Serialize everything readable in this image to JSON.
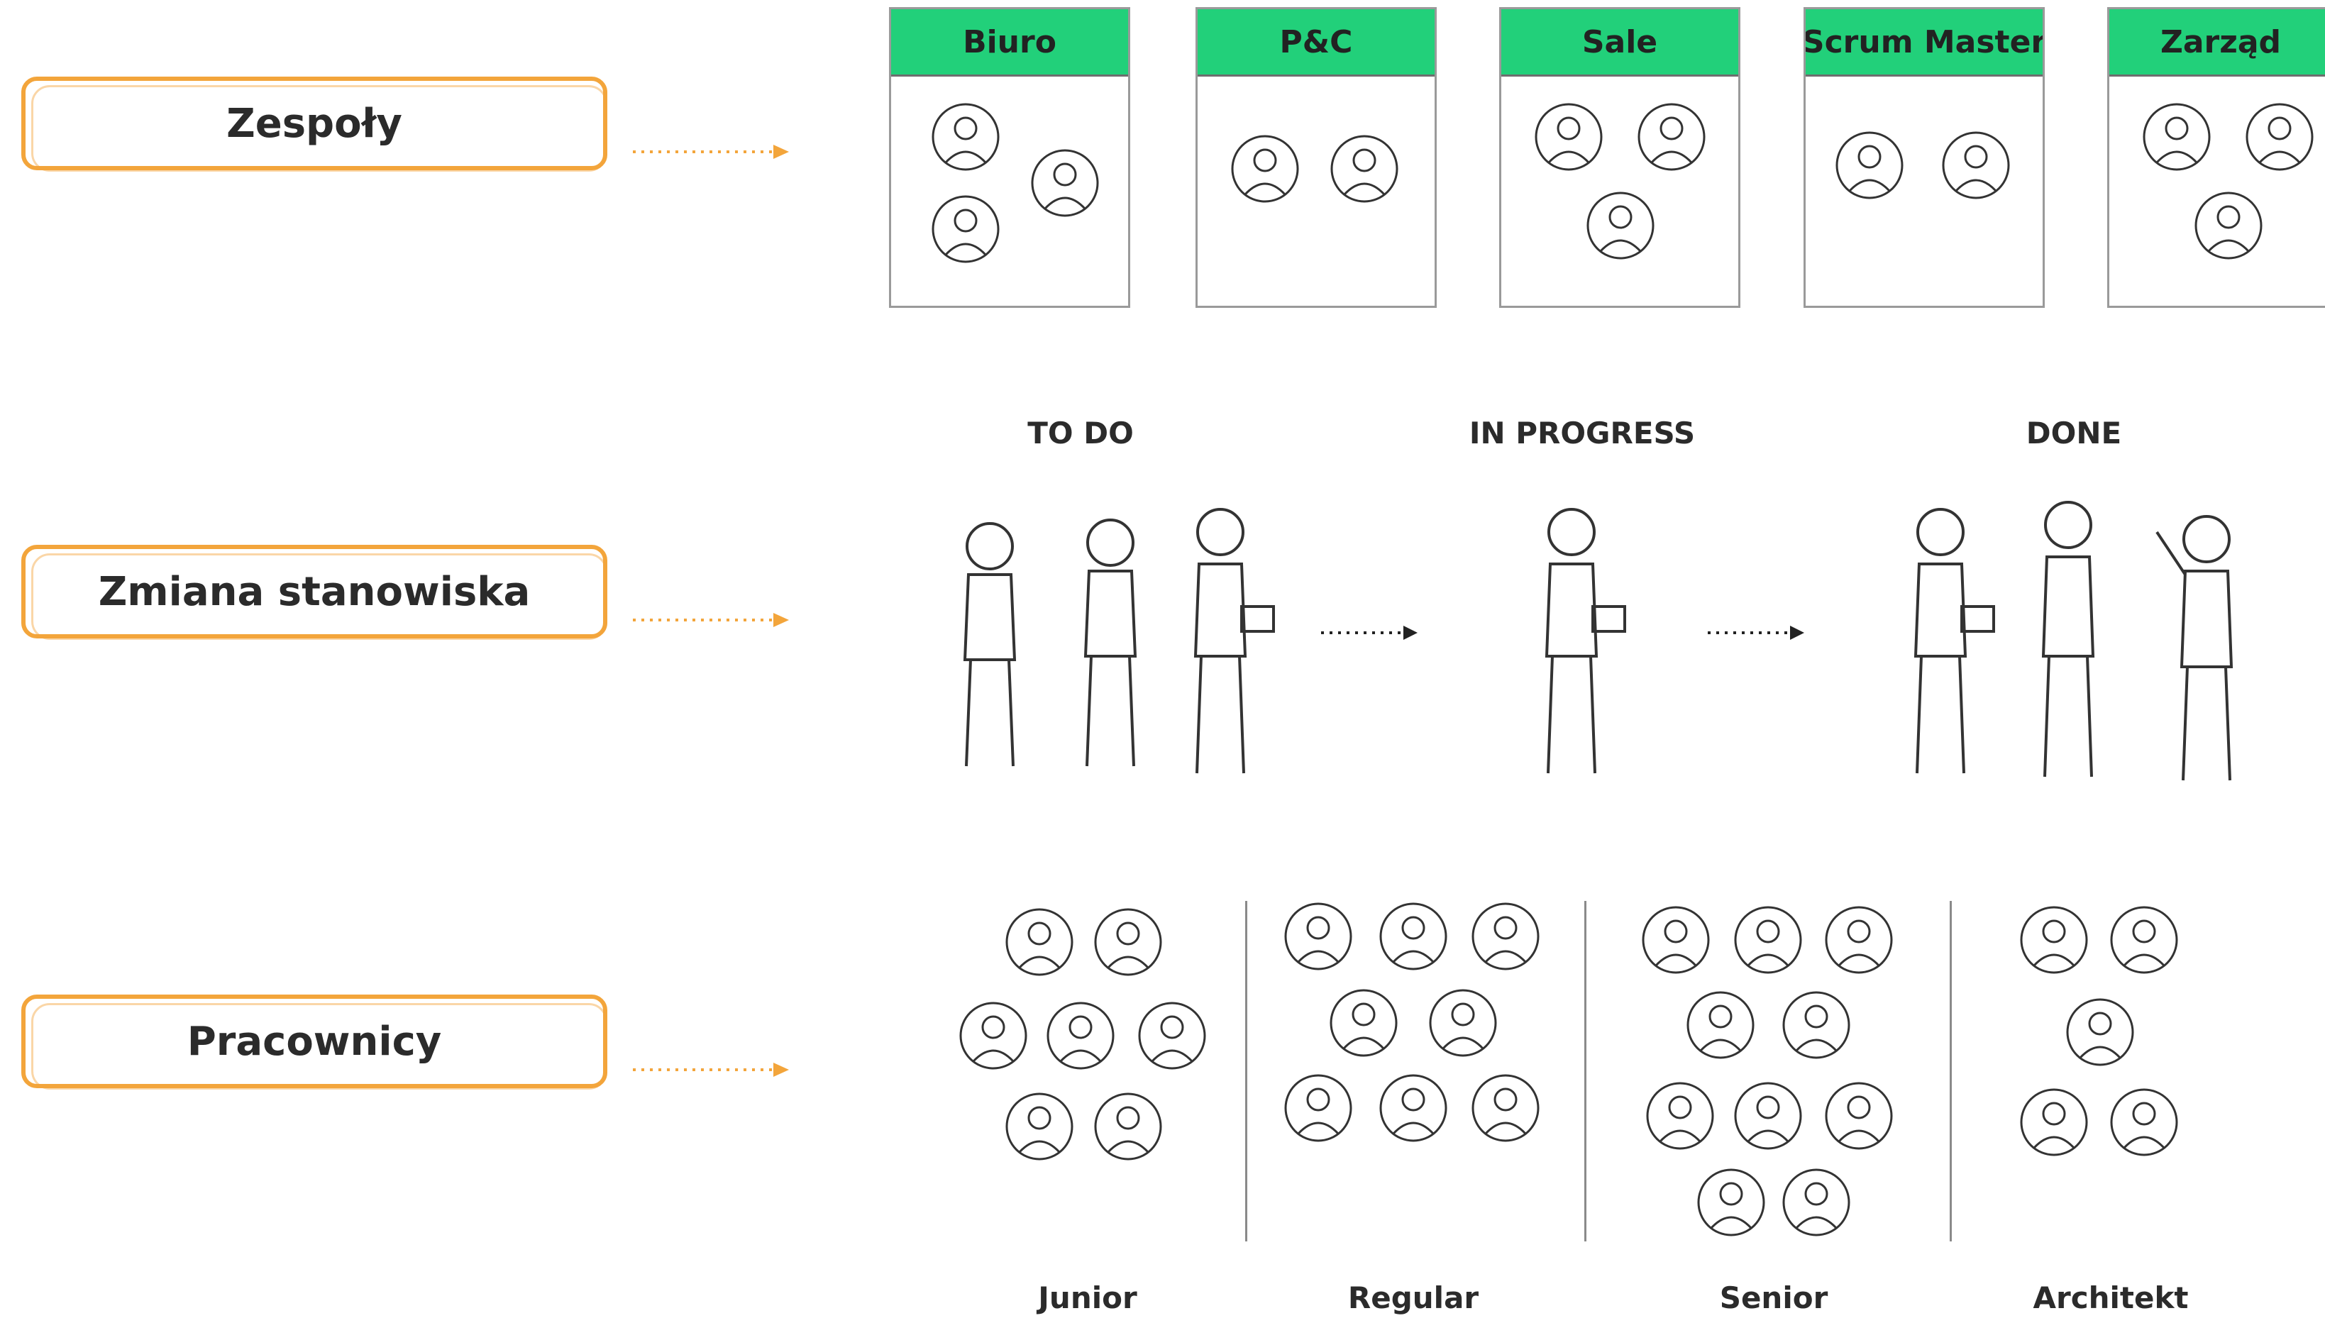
{
  "rows": {
    "teams_label": "Zespoły",
    "position_change_label": "Zmiana stanowiska",
    "employees_label": "Pracownicy"
  },
  "teams": [
    {
      "name": "Biuro"
    },
    {
      "name": "P&C"
    },
    {
      "name": "Sale"
    },
    {
      "name": "Scrum Master"
    },
    {
      "name": "Zarząd"
    }
  ],
  "workflow": {
    "todo": "TO DO",
    "in_progress": "IN PROGRESS",
    "done": "DONE"
  },
  "levels": {
    "junior": "Junior",
    "regular": "Regular",
    "senior": "Senior",
    "architect": "Architekt"
  },
  "colors": {
    "accent_orange": "#f3a53b",
    "team_header_green": "#22d07a"
  }
}
